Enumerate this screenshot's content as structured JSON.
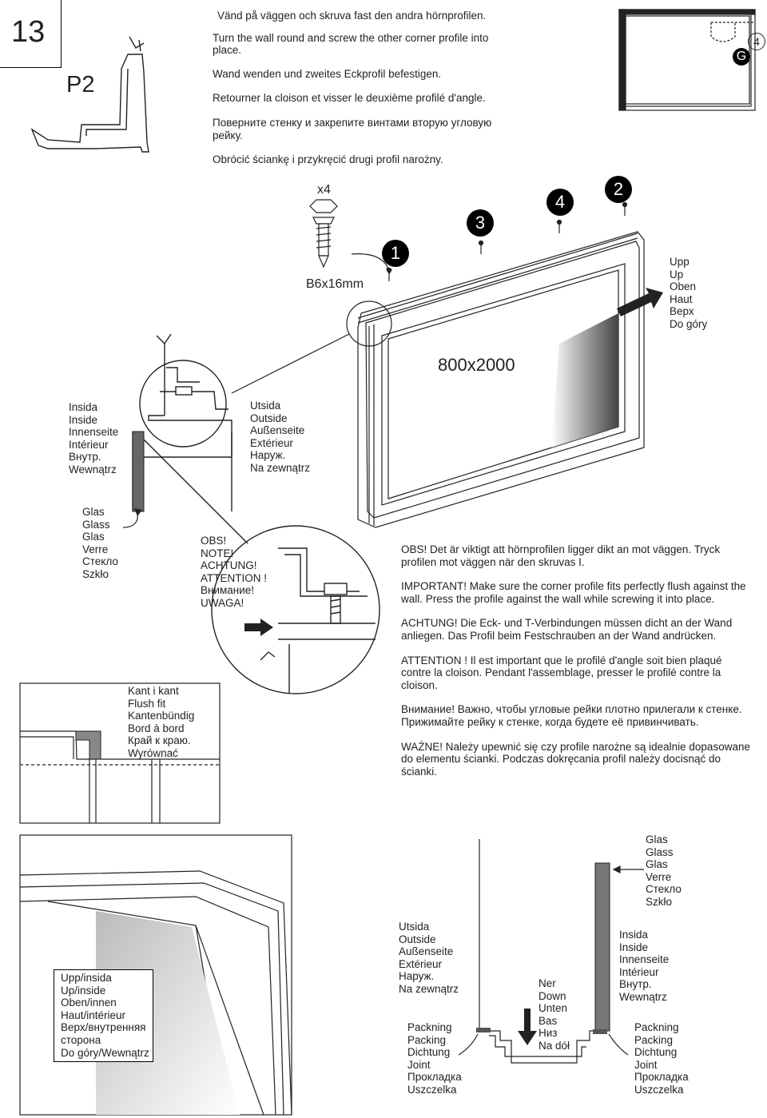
{
  "step": {
    "number": "13",
    "part_code": "P2"
  },
  "instructions": [
    "Vänd på väggen och skruva fast den andra hörnprofilen.",
    "Turn the wall round and screw the other corner profile into place.",
    "Wand wenden und zweites Eckprofil befestigen.",
    "Retourner la cloison et visser le deuxième profilé d'angle.",
    "Поверните стенку и закрепите винтами вторую угловую рейку.",
    "Obrócić ściankę i przykręcić drugi profil narożny."
  ],
  "inset_badge": {
    "circle_letter": "G",
    "number": "4"
  },
  "screw": {
    "quantity": "x4",
    "size": "B6x16mm"
  },
  "screw_order": [
    "1",
    "3",
    "4",
    "2"
  ],
  "panel_size": "800x2000",
  "labels": {
    "up": [
      "Upp",
      "Up",
      "Oben",
      "Haut",
      "Верх",
      "Do góry"
    ],
    "inside": [
      "Insida",
      "Inside",
      "Innenseite",
      "Intérieur",
      "Внутр.",
      "Wewnątrz"
    ],
    "outside": [
      "Utsida",
      "Outside",
      "Außenseite",
      "Extérieur",
      "Наруж.",
      "Na zewnątrz"
    ],
    "glass": [
      "Glas",
      "Glass",
      "Glas",
      "Verre",
      "Стекло",
      "Szkło"
    ],
    "note": [
      "OBS!",
      "NOTE!",
      "ACHTUNG!",
      "ATTENTION !",
      "Внимание!",
      "UWAGA!"
    ],
    "flush": [
      "Kant i kant",
      "Flush fit",
      "Kantenbündig",
      "Bord à bord",
      "Край к краю.",
      "Wyrównać"
    ],
    "up_inside": [
      "Upp/insida",
      "Up/inside",
      "Oben/innen",
      "Haut/intérieur",
      "Верх/внутренняя",
      "сторона",
      "Do góry/Wewnątrz"
    ],
    "outside_bottom": [
      "Utsida",
      "Outside",
      "Außenseite",
      "Extérieur",
      "Наруж.",
      "Na zewnątrz"
    ],
    "down": [
      "Ner",
      "Down",
      "Unten",
      "Bas",
      "Низ",
      "Na dół"
    ],
    "glass_bottom": [
      "Glas",
      "Glass",
      "Glas",
      "Verre",
      "Стекло",
      "Szkło"
    ],
    "inside_bottom": [
      "Insida",
      "Inside",
      "Innenseite",
      "Intérieur",
      "Внутр.",
      "Wewnątrz"
    ],
    "seal_left": [
      "Packning",
      "Packing",
      "Dichtung",
      "Joint",
      "Прокладка",
      "Uszczelka"
    ],
    "seal_right": [
      "Packning",
      "Packing",
      "Dichtung",
      "Joint",
      "Прокладка",
      "Uszczelka"
    ]
  },
  "notes": [
    "OBS! Det är viktigt att hörnprofilen ligger dikt an mot väggen. Tryck profilen mot väggen när den skruvas I.",
    "IMPORTANT! Make sure the corner profile fits perfectly flush against the wall. Press the profile against the wall while screwing it into place.",
    "ACHTUNG! Die Eck- und T-Verbindungen müssen dicht an der Wand anliegen. Das Profil beim Festschrauben an der Wand andrücken.",
    "ATTENTION ! Il est important que le profilé d'angle soit bien plaqué contre la cloison. Pendant l'assemblage, presser le profilé contre la cloison.",
    "Внимание! Важно, чтобы угловые рейки плотно прилегали к стенке. Прижимайте рейку к стенке, когда будете её привинчивать.",
    "WAŻNE! Należy upewnić się czy profile narożne są idealnie dopasowane do elementu ścianki. Podczas dokręcania profil należy docisnąć do ścianki."
  ]
}
